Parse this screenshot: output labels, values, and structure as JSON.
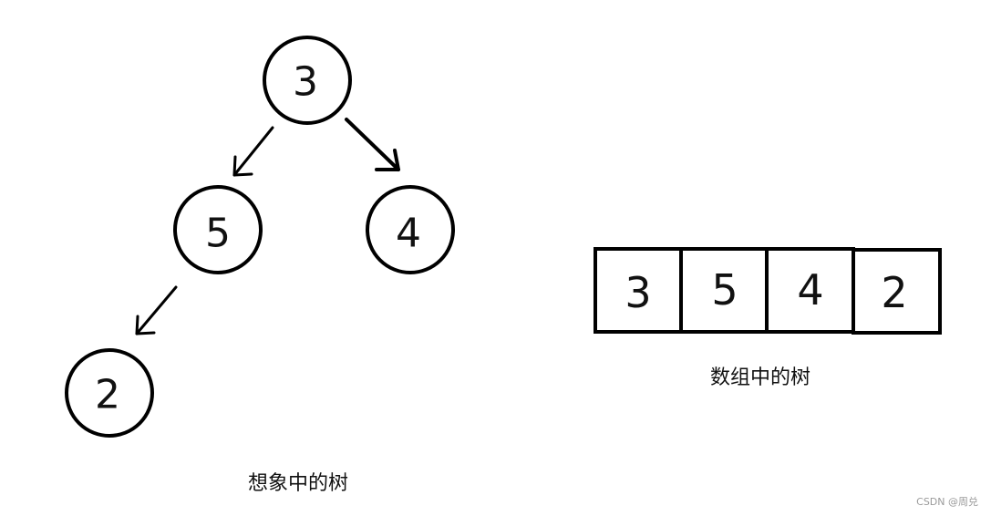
{
  "tree": {
    "nodes": [
      {
        "id": "n0",
        "label": "3"
      },
      {
        "id": "n1",
        "label": "5"
      },
      {
        "id": "n2",
        "label": "4"
      },
      {
        "id": "n3",
        "label": "2"
      }
    ],
    "edges": [
      {
        "from": "n0",
        "to": "n1"
      },
      {
        "from": "n0",
        "to": "n2"
      },
      {
        "from": "n1",
        "to": "n3"
      }
    ],
    "caption": "想象中的树"
  },
  "array": {
    "cells": [
      "3",
      "5",
      "4",
      "2"
    ],
    "caption": "数组中的树"
  },
  "colors": {
    "stroke": "#000000",
    "text": "#111111",
    "background": "#ffffff"
  },
  "watermark": "CSDN @周兑"
}
